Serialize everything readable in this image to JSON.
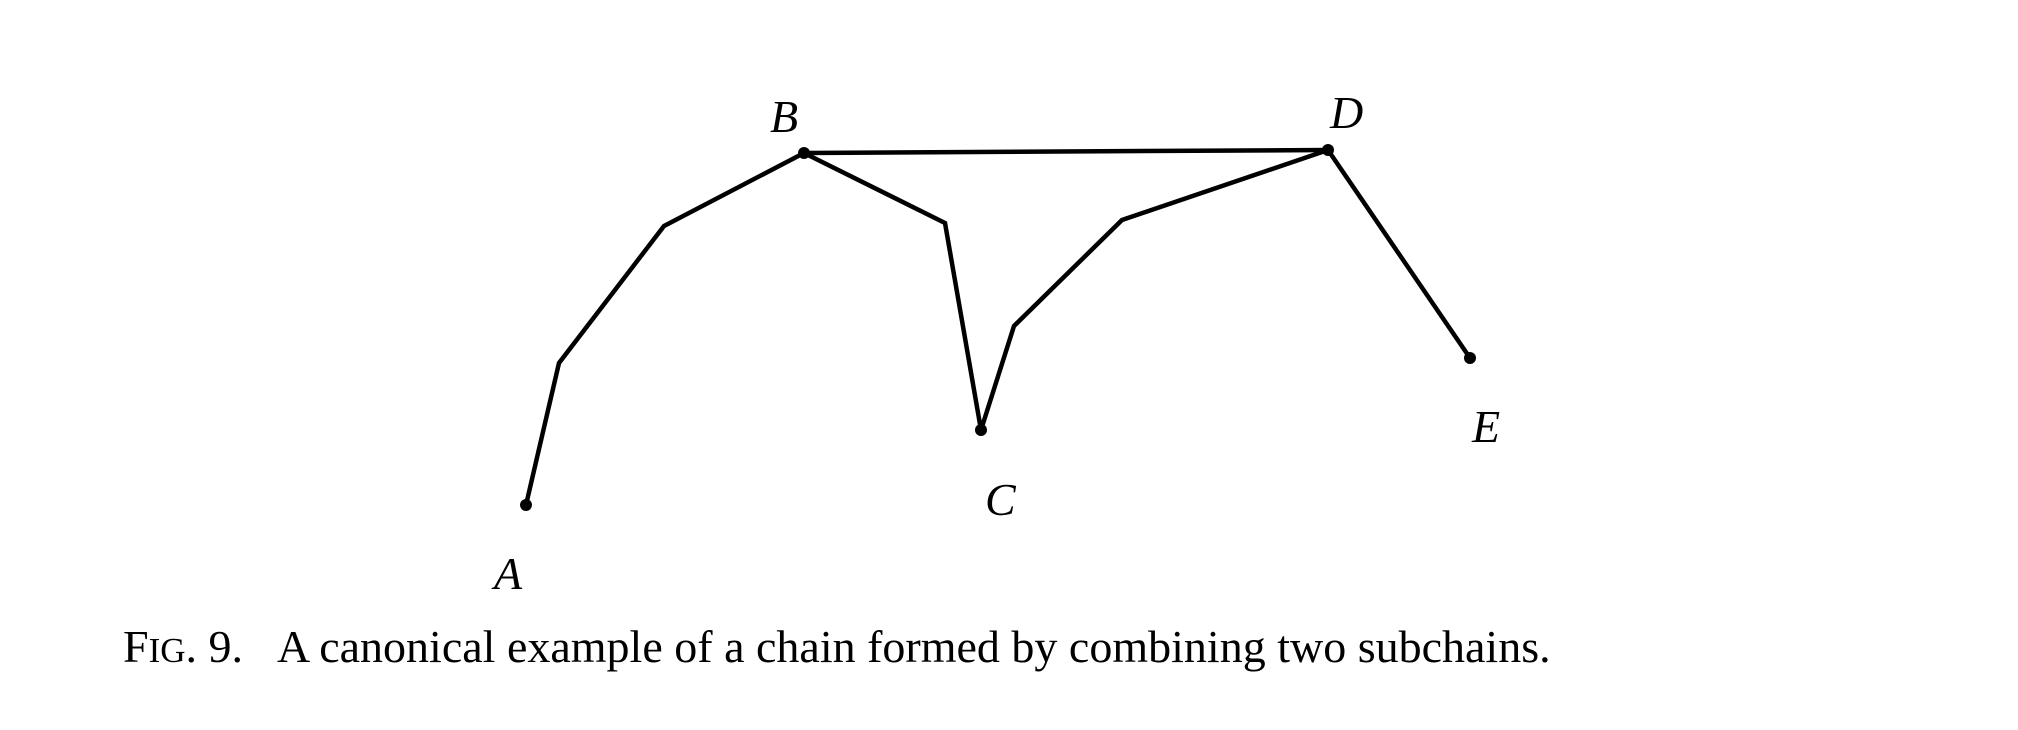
{
  "figure": {
    "caption": {
      "label_first_letter": "F",
      "label_small_caps": "IG",
      "label_rest": ". 9.",
      "text": "A canonical example of a chain formed by combining two subchains."
    },
    "labels": {
      "A": "A",
      "B": "B",
      "C": "C",
      "D": "D",
      "E": "E"
    }
  }
}
